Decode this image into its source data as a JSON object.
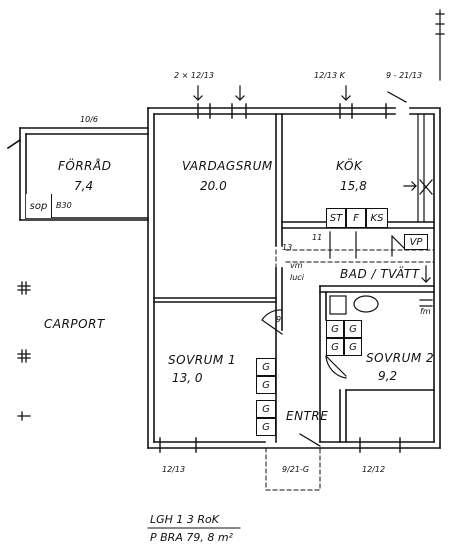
{
  "rooms": {
    "forrad": {
      "name": "FÖRRÅD",
      "area": "7,4"
    },
    "vardagsrum": {
      "name": "VARDAGSRUM",
      "area": "20.0"
    },
    "kok": {
      "name": "KÖK",
      "area": "15,8"
    },
    "bad": {
      "name": "BAD / TVÄTT"
    },
    "carport": {
      "name": "CARPORT"
    },
    "sovrum1": {
      "name": "SOVRUM  1",
      "area": "13, 0"
    },
    "sovrum2": {
      "name": "SOVRUM  2",
      "area": "9,2"
    },
    "entre": {
      "name": "ENTRE"
    }
  },
  "labels": {
    "sop": "sop",
    "b30": "B30",
    "vm": "vm",
    "luci": "luci",
    "fm": "fm",
    "num13": "13",
    "num11": "11",
    "num9": "9"
  },
  "dimensions": {
    "top_left": "2 × 12/13",
    "top_mid": "12/13 K",
    "top_right": "9 - 21/13",
    "forrad_top": "10/6",
    "bottom_left": "12/13",
    "bottom_mid": "9/21-G",
    "bottom_right": "12/12"
  },
  "fixtures": {
    "kitchen": [
      "ST",
      "F",
      "KS"
    ],
    "vp": "VP",
    "wardrobe_s1": [
      "G",
      "G",
      "G",
      "G"
    ],
    "wardrobe_s2": [
      "G",
      "G",
      "G",
      "G"
    ]
  },
  "footer": {
    "line1": "LGH 1      3 RoK",
    "line2": "P BRA  79, 8 m²"
  }
}
